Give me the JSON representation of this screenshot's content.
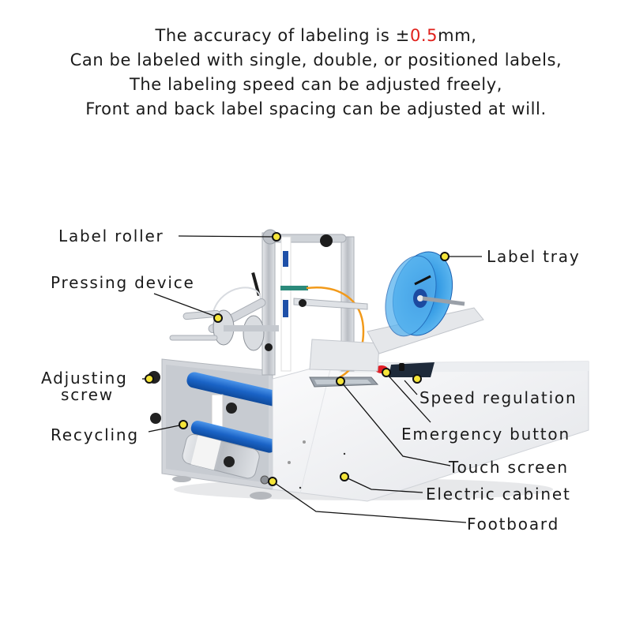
{
  "header": {
    "line1_prefix": "The accuracy of labeling is ±",
    "line1_accent": "0.5",
    "line1_suffix": "mm,",
    "line2": "Can be labeled with single, double, or positioned labels,",
    "line3": "The labeling speed can be adjusted freely,",
    "line4": "Front and back label spacing can be adjusted at will."
  },
  "colors": {
    "accent_red": "#e0201b",
    "marker_yellow": "#f5e53a",
    "roller_blue": "#1e6fd0",
    "tray_blue": "#3aa3e8",
    "cabinet_white": "#f4f5f7",
    "frame_silver": "#c9ccd1"
  },
  "labels": {
    "label_roller": "Label roller",
    "pressing_device": "Pressing device",
    "label_tray": "Label tray",
    "adjusting_screw_1": "Adjusting",
    "adjusting_screw_2": "screw",
    "recycling": "Recycling",
    "speed_regulation": "Speed regulation",
    "emergency_button": "Emergency button",
    "touch_screen": "Touch screen",
    "electric_cabinet": "Electric cabinet",
    "footboard": "Footboard"
  }
}
